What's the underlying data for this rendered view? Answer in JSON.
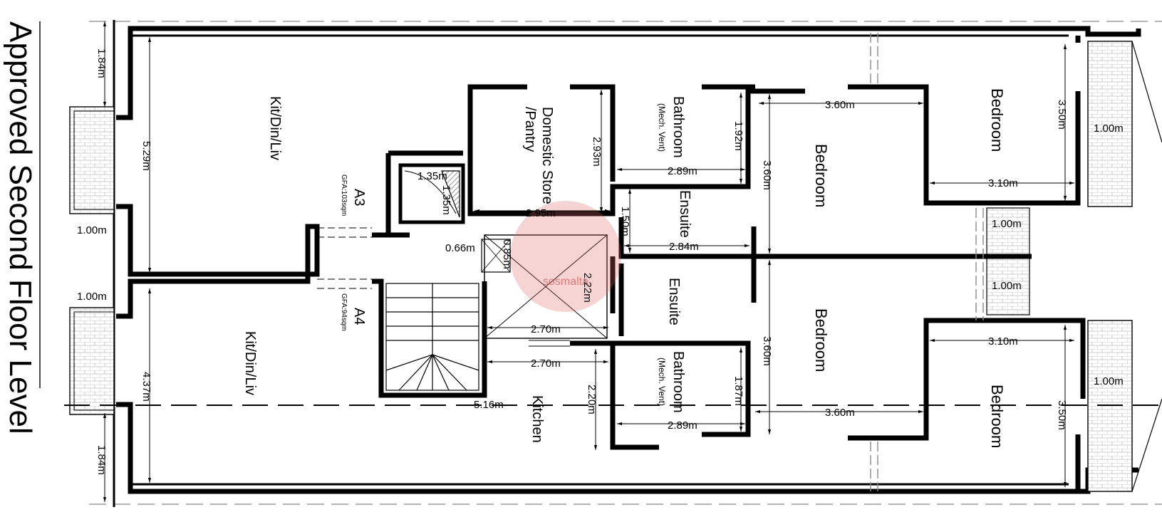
{
  "title": "Approved Second Floor Level",
  "units": {
    "a3": {
      "name": "A3",
      "gfa": "GFA:103sqm"
    },
    "a4": {
      "name": "A4",
      "gfa": "GFA:94sqm"
    }
  },
  "rooms": {
    "kit_top": "Kit/Din/Liv",
    "kit_bottom": "Kit/Din/Liv",
    "store_line1": "Domestic Store",
    "store_line2": "/Pantry",
    "bath_top": "Bathroom",
    "bath_top_note": "(Mech. Vent)",
    "bath_bottom": "Bathroom",
    "bath_bottom_note": "(Mech. Vent)",
    "ensuite_top": "Ensuite",
    "ensuite_bottom": "Ensuite",
    "bedroom_mid_top": "Bedroom",
    "bedroom_mid_bottom": "Bedroom",
    "bedroom_right_top": "Bedroom",
    "bedroom_right_bottom": "Bedroom",
    "kitchen": "Kitchen"
  },
  "dimensions": {
    "d_184_top": "1.84m",
    "d_184_bottom": "1.84m",
    "d_529": "5.29m",
    "d_437": "4.37m",
    "d_100_left_top": "1.00m",
    "d_100_left_bottom": "1.00m",
    "d_135a": "1.35m",
    "d_135b": "1.35m",
    "d_295": "2.95m",
    "d_066": "0.66m",
    "d_085": "0.85m",
    "d_293": "2.93m",
    "d_289_top": "2.89m",
    "d_192": "1.92m",
    "d_150": "1.50m",
    "d_284": "2.84m",
    "d_222": "2.22m",
    "d_270a": "2.70m",
    "d_270b": "2.70m",
    "d_220": "2.20m",
    "d_516": "5.16m",
    "d_187": "1.87m",
    "d_289_bottom": "2.89m",
    "d_360_top_h": "3.60m",
    "d_360_top_v": "3.60m",
    "d_360_bot_v": "3.60m",
    "d_360_bot_h": "3.60m",
    "d_350_top": "3.50m",
    "d_350_bottom": "3.50m",
    "d_310_top": "3.10m",
    "d_310_bottom": "3.10m",
    "d_100_right_top": "1.00m",
    "d_100_right_bottom": "1.00m",
    "d_100_mid_top": "1.00m",
    "d_100_mid_bottom": "1.00m"
  },
  "watermark": "sosmalta",
  "colors": {
    "wall": "#000000",
    "watermark": "#d9534f",
    "hatch": "#666666"
  }
}
